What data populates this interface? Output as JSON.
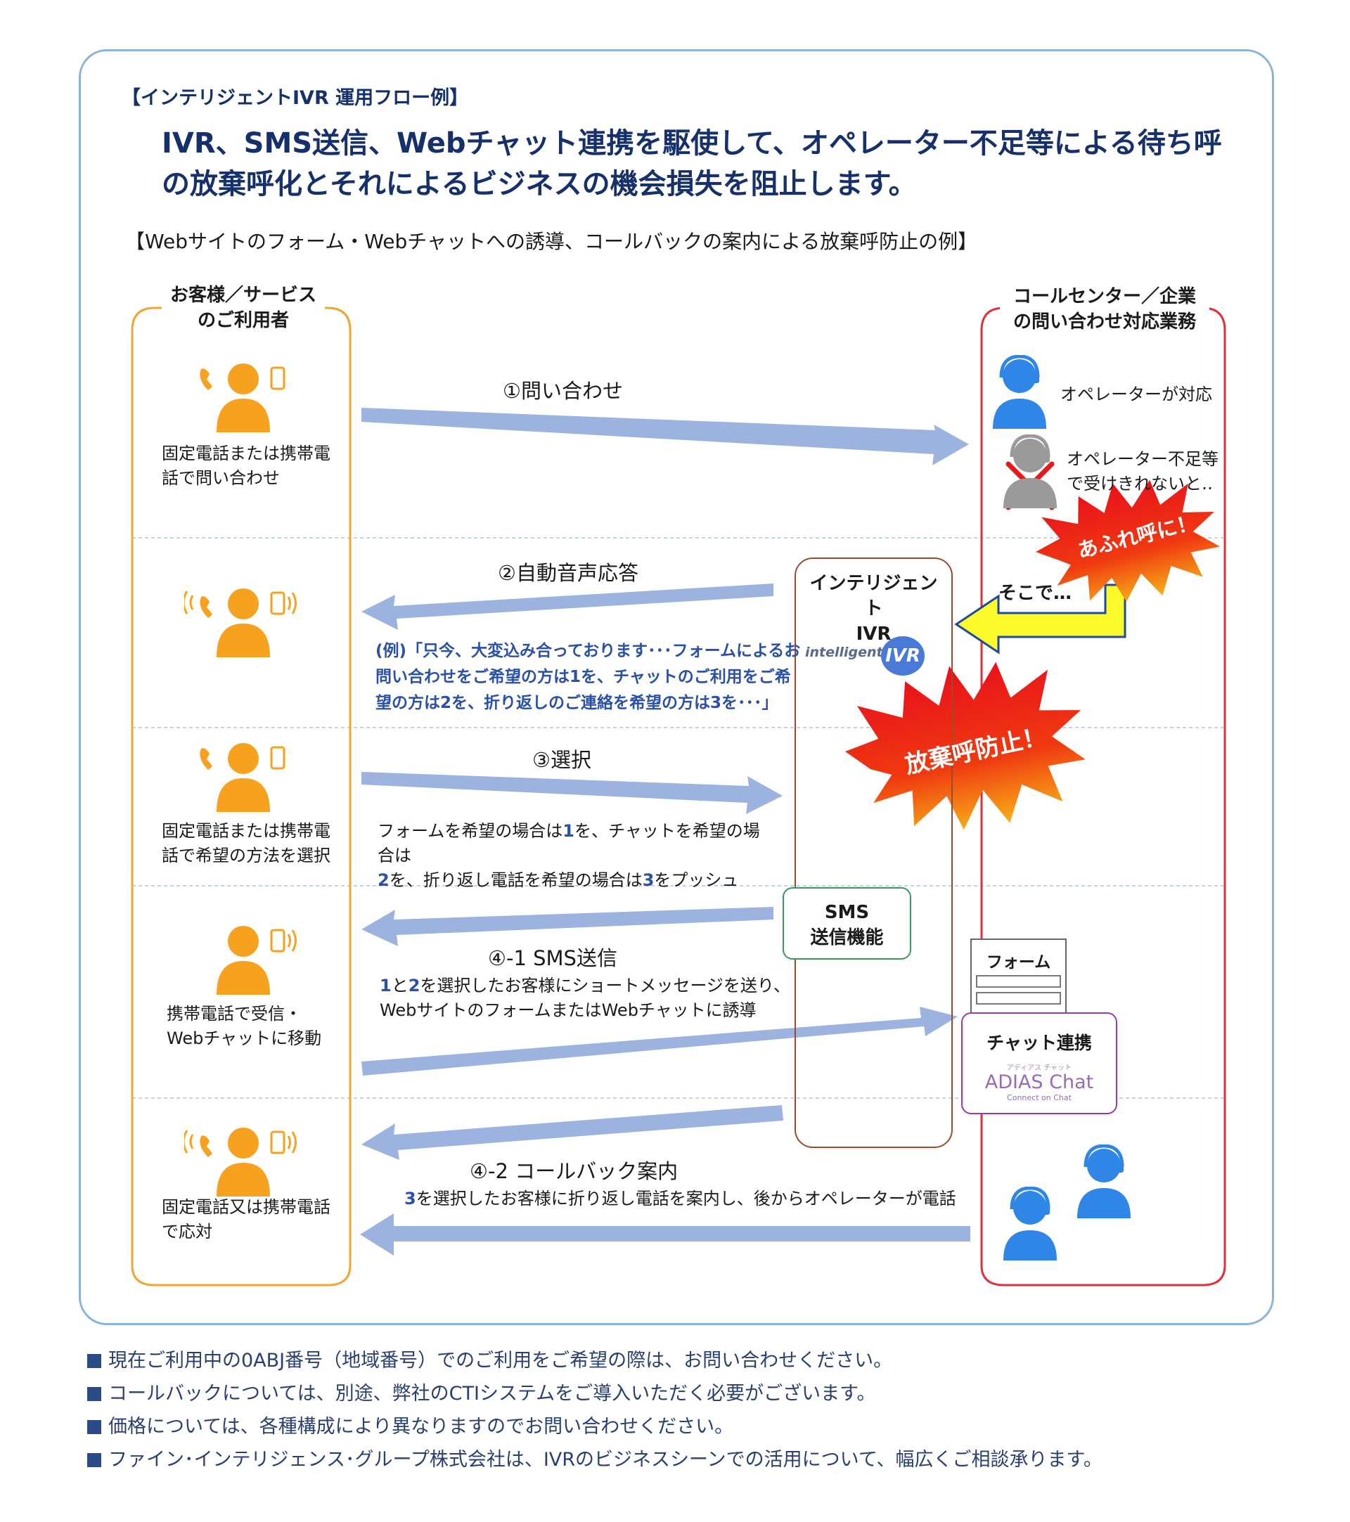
{
  "title_small": "【インテリジェントIVR 運用フロー例】",
  "headline_line1": "IVR、SMS送信、Webチャット連携を駆使して、オペレーター不足等による待ち呼",
  "headline_line2": "の放棄呼化とそれによるビジネスの機会損失を阻止します。",
  "subtitle": "【Webサイトのフォーム・Webチャットへの誘導、コールバックの案内による放棄呼防止の例】",
  "customer": {
    "header_line1": "お客様／サービス",
    "header_line2": "のご利用者",
    "row1_line1": "固定電話または携帯電",
    "row1_line2": "話で問い合わせ",
    "row3_line1": "固定電話または携帯電",
    "row3_line2": "話で希望の方法を選択",
    "row4_line1": "携帯電話で受信・",
    "row4_line2": "Webチャットに移動",
    "row5_line1": "固定電話又は携帯電話",
    "row5_line2": "で応対"
  },
  "callcenter": {
    "header_line1": "コールセンター／企業",
    "header_line2": "の問い合わせ対応業務",
    "operator_ok": "オペレーターが対応",
    "operator_ng_line1": "オペレーター不足等",
    "operator_ng_line2": "で受けきれないと‥",
    "overflow": "あふれ呼に！",
    "then": "そこで…"
  },
  "ivr": {
    "title_line1": "インテリジェント",
    "title_line2": "IVR",
    "logo_text": "intelligent",
    "logo_mark": "IVR",
    "prevent": "放棄呼防止！"
  },
  "steps": {
    "s1": "①問い合わせ",
    "s2": "②自動音声応答",
    "s2_ex_line1": "(例)「只今、大変込み合っております･･･フォームによるお",
    "s2_ex_line2": "問い合わせをご希望の方は1を、チャットのご利用をご希",
    "s2_ex_line3": "望の方は2を、折り返しのご連絡を希望の方は3を･･･」",
    "s3": "③選択",
    "s3_desc_a": "フォームを希望の場合は",
    "s3_n1": "1",
    "s3_desc_b": "を、チャットを希望の場合は",
    "s3_n2": "2",
    "s3_desc_c": "を、折り返し電話を希望の場合は",
    "s3_n3": "3",
    "s3_desc_d": "をプッシュ",
    "s41": "④-1 SMS送信",
    "s41_n1": "1",
    "s41_and": "と",
    "s41_n2": "2",
    "s41_desc_a": "を選択したお客様にショートメッセージを送り、",
    "s41_desc_b": "Webサイトのフォームまたは​Webチャットに誘導",
    "s42": "④-2 コールバック案内",
    "s42_n3": "3",
    "s42_desc": "を選択したお客様に折り返し電話を案内し、後からオペレーターが電話"
  },
  "sms": {
    "line1": "SMS",
    "line2": "送信機能"
  },
  "form_label": "フォーム",
  "chat": {
    "label": "チャット連携",
    "logo_ruby": "アディアス チャット",
    "logo_text": "ADIAS Chat",
    "logo_tag": "Connect on Chat"
  },
  "footer": [
    "現在ご利用中の0ABJ番号（地域番号）でのご利用をご希望の際は、お問い合わせください。",
    "コールバックについては、別途、弊社のCTIシステムをご導入いただく必要がございます。",
    "価格については、各種構成により異なりますのでお問い合わせください。",
    "ファイン･インテリジェンス･グループ株式会社は、IVRのビジネスシーンでの活用について、幅広くご相談承ります。"
  ],
  "colors": {
    "arrow": "#9db3df",
    "customer_icon": "#f6a21e",
    "operator": "#2f86e6",
    "operator_gray": "#9a9a9a",
    "customer_border": "#f3a531",
    "callcenter_border": "#e0303a",
    "headline": "#16306b"
  }
}
